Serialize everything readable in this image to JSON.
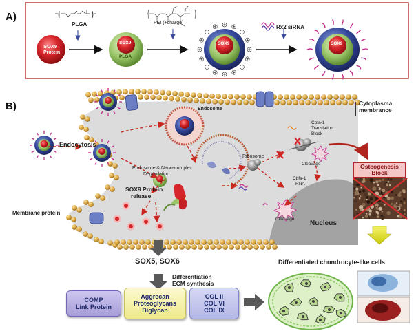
{
  "panel_a": {
    "letter": "A)",
    "protein_label": "SOX9",
    "protein_sub": "Protein",
    "plga_label": "PLGA",
    "plga_core_label": "SOX9",
    "plga_shell_label": "PLGA",
    "pei_label": "PEI (+charge)",
    "sirna_label": "Rx2 siRNA",
    "pei_core_label": "SOX9",
    "final_core_label": "SOX9"
  },
  "panel_b": {
    "letter": "B)",
    "cytoplasma_line1": "Cytoplasma",
    "cytoplasma_line2": "membrance",
    "endosome": "Endosome",
    "endocytosis": "Endocytosis",
    "degradation_line1": "Endosome & Nano-complex",
    "degradation_line2": "Degradation",
    "ribosome": "Ribosome",
    "cbfa_block_line1": "Cbfa-1",
    "cbfa_block_line2": "Translation",
    "cbfa_block_line3": "Block",
    "cleavage1": "Cleavage",
    "cbfa_rna_line1": "Cbfa-1",
    "cbfa_rna_line2": "RNA",
    "cleavage2": "Cleavage",
    "sox9_release_line1": "SOX9 Protein",
    "sox9_release_line2": "release",
    "membrane_protein": "Membrane protein",
    "nucleus": "Nucleus",
    "osteogenesis_line1": "Osteogenesis",
    "osteogenesis_line2": "Block",
    "sox5_sox6": "SOX5, SOX6",
    "differentiation": "Differentiation",
    "ecm": "ECM synthesis",
    "differentiated": "Differentiated chondrocyte-like cells",
    "box1_line1": "COMP",
    "box1_line2": "Link Protein",
    "box2_line1": "Aggrecan",
    "box2_line2": "Proteoglycans",
    "box2_line3": "Biglycan",
    "box3_line1": "COL II",
    "box3_line2": "COL VI",
    "box3_line3": "COL IX"
  },
  "colors": {
    "membrane_bead": "#d9a441",
    "cytoplasm": "#dcdcdc",
    "nucleus": "#a9a9a9",
    "arrow_red": "#c8281f",
    "sox9_red": "#d7262b",
    "plga_green": "#9bc66a",
    "pei_blue": "#2c3e8a",
    "box_purple": "#b9b2e0",
    "box_yellow": "#f6f2a8",
    "box_lavender": "#c4c7ec",
    "osteo_pink": "#f4c6c6",
    "yellow_arrow": "#e8e81a"
  }
}
